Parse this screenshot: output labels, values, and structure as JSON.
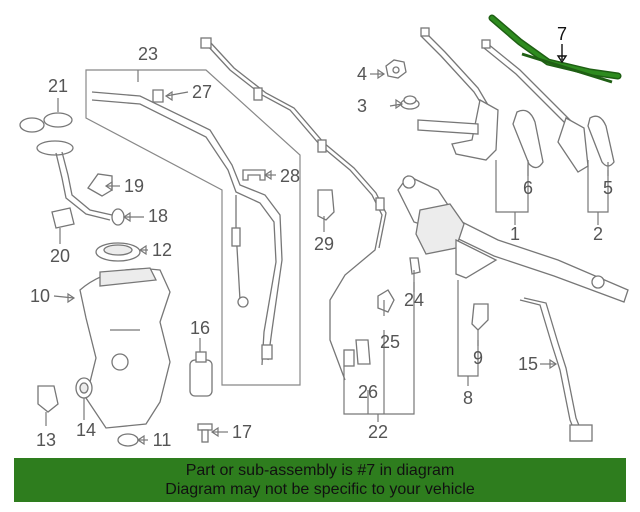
{
  "colors": {
    "highlight_part": "#2e8b1f",
    "banner_bg": "#2e7d1e",
    "line": "#777777"
  },
  "callouts": [
    {
      "id": "1",
      "text": "1"
    },
    {
      "id": "2",
      "text": "2"
    },
    {
      "id": "3",
      "text": "3"
    },
    {
      "id": "4",
      "text": "4"
    },
    {
      "id": "5",
      "text": "5"
    },
    {
      "id": "6",
      "text": "6"
    },
    {
      "id": "7",
      "text": "7"
    },
    {
      "id": "8",
      "text": "8"
    },
    {
      "id": "9",
      "text": "9"
    },
    {
      "id": "10",
      "text": "10"
    },
    {
      "id": "11",
      "text": "11"
    },
    {
      "id": "12",
      "text": "12"
    },
    {
      "id": "13",
      "text": "13"
    },
    {
      "id": "14",
      "text": "14"
    },
    {
      "id": "15",
      "text": "15"
    },
    {
      "id": "16",
      "text": "16"
    },
    {
      "id": "17",
      "text": "17"
    },
    {
      "id": "18",
      "text": "18"
    },
    {
      "id": "19",
      "text": "19"
    },
    {
      "id": "20",
      "text": "20"
    },
    {
      "id": "21",
      "text": "21"
    },
    {
      "id": "22",
      "text": "22"
    },
    {
      "id": "23",
      "text": "23"
    },
    {
      "id": "24",
      "text": "24"
    },
    {
      "id": "25",
      "text": "25"
    },
    {
      "id": "26",
      "text": "26"
    },
    {
      "id": "27",
      "text": "27"
    },
    {
      "id": "28",
      "text": "28"
    },
    {
      "id": "29",
      "text": "29"
    }
  ],
  "highlighted_part": "7",
  "banner": {
    "line1": "Part or sub-assembly is #7 in diagram",
    "line2": "Diagram may not be specific to your vehicle"
  }
}
